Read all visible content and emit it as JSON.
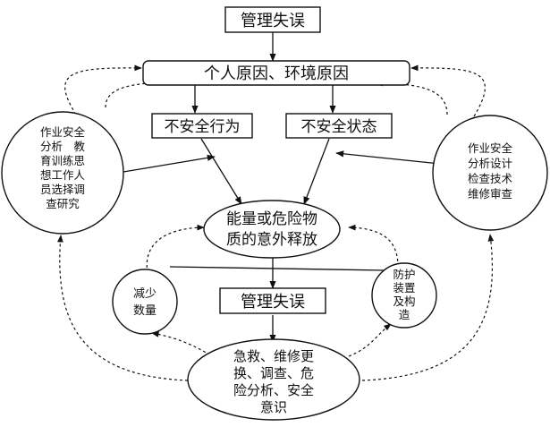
{
  "nodes": {
    "top_mgmt_error": "管理失误",
    "personal_env": "个人原因、环境原因",
    "unsafe_act": "不安全行为",
    "unsafe_state": "不安全状态",
    "energy_release": [
      "能量或危险物",
      "质的意外释放"
    ],
    "mid_mgmt_error": "管理失误",
    "left_measures": [
      "作业安全",
      "分析　教",
      "育训练思",
      "想工作人",
      "员选择调",
      "查研究"
    ],
    "right_measures": [
      "作业安全",
      "分析设计",
      "检查技术",
      "维修审查"
    ],
    "reduce_qty": [
      "减少",
      "数量"
    ],
    "protection": [
      "防护",
      "装置",
      "及构",
      "造"
    ],
    "bottom_actions": [
      "急救、维修更",
      "换、调查、危",
      "险分析、安全",
      "意识"
    ]
  },
  "colors": {
    "stroke": "#111111",
    "fill": "#ffffff",
    "text": "#111111"
  }
}
